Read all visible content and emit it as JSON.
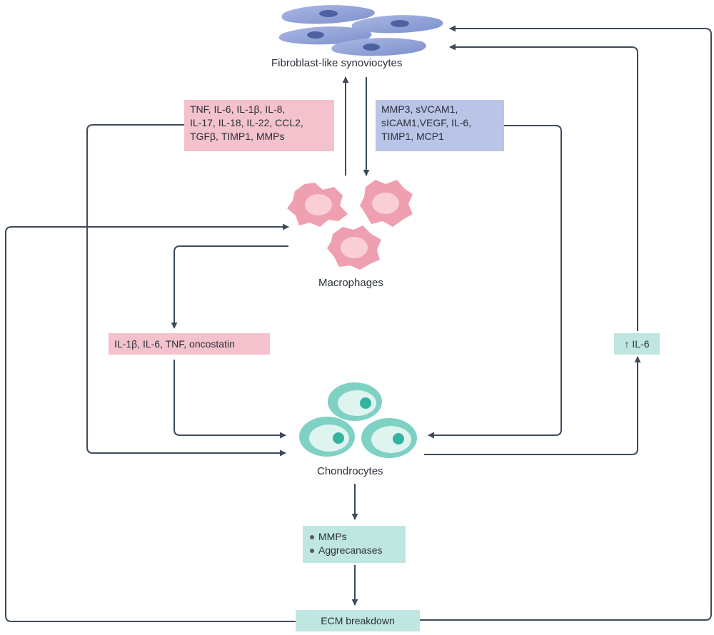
{
  "cells": {
    "fibroblast": "Fibroblast-like synoviocytes",
    "macrophages": "Macrophages",
    "chondrocytes": "Chondrocytes"
  },
  "boxes": {
    "pink_top": [
      "TNF, IL-6, IL-1β, IL-8,",
      "IL-17, IL-18, IL-22, CCL2,",
      "TGFβ, TIMP1, MMPs"
    ],
    "blue_top": [
      "MMP3, sVCAM1,",
      "sICAM1,VEGF, IL-6,",
      "TIMP1, MCP1"
    ],
    "pink_mid": "IL-1β, IL-6, TNF, oncostatin",
    "il6": "↑ IL-6",
    "enzymes": [
      "MMPs",
      "Aggrecanases"
    ],
    "ecm": "ECM breakdown"
  },
  "colors": {
    "arrow": "#3d4a5c",
    "pink_box": "#f3c2cc",
    "blue_box": "#b9c4e6",
    "teal_box": "#bfe6e0",
    "fibroblast_cell": "#8ea0d6",
    "macrophage_cell": "#ee9fb0",
    "chondrocyte_cell": "#7fd1c4"
  }
}
